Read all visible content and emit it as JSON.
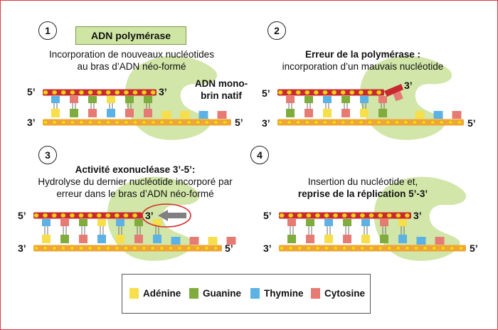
{
  "panels": [
    {
      "number": "1",
      "badge": "ADN polymérase",
      "caption_line1": "Incorporation de nouveaux nucléotides",
      "caption_line2": "au bras d’ADN néo-formé",
      "strand_label_line1": "ADN mono-",
      "strand_label_line2": "brin natif",
      "top_left_end": "5’",
      "top_right_end": "3’",
      "bottom_left_end": "3’",
      "bottom_right_end": "5’"
    },
    {
      "number": "2",
      "caption_line1": "Erreur de la polymérase :",
      "caption_line2": "incorporation d’un mauvais nucléotide",
      "top_left_end": "5’",
      "top_right_end": "3’",
      "bottom_left_end": "3’",
      "bottom_right_end": "5’"
    },
    {
      "number": "3",
      "caption_line1": "Activité exonucléase 3’-5’:",
      "caption_line2": "Hydrolyse du dernier nucléotide incorporé par",
      "caption_line3": "erreur dans le bras d’ADN néo-formé",
      "top_left_end": "5’",
      "top_right_end": "3’",
      "bottom_left_end": "3’",
      "bottom_right_end": "5’"
    },
    {
      "number": "4",
      "caption_line1": "Insertion du nucléotide et,",
      "caption_line2": "reprise de la réplication 5’-3’",
      "top_left_end": "5’",
      "top_right_end": "3’",
      "bottom_left_end": "3’",
      "bottom_right_end": "5’"
    }
  ],
  "legend": [
    {
      "label": "Adénine",
      "color": "#f6df4a"
    },
    {
      "label": "Guanine",
      "color": "#7fac3c"
    },
    {
      "label": "Thymine",
      "color": "#5cb2e4"
    },
    {
      "label": "Cytosine",
      "color": "#e67b74"
    }
  ],
  "colors": {
    "strand_red": "#c9282e",
    "strand_orange": "#f1a43a",
    "bead_yellow": "#f6d21a",
    "polymerase_green": "#cfe5a3",
    "frame_red": "#e0393e",
    "highlight_circle": "#d42a2a",
    "arrow_gray": "#808080"
  }
}
